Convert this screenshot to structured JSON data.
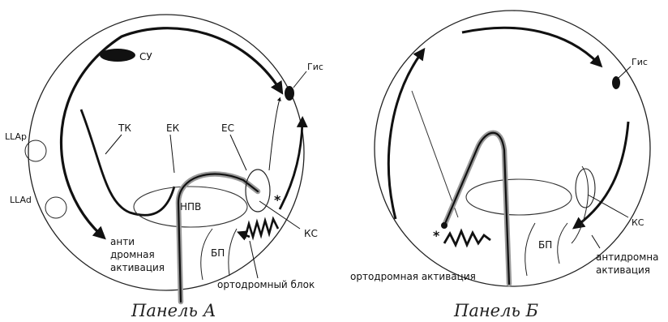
{
  "panel_a": {
    "caption": "Панель А",
    "labels": {
      "su": "СУ",
      "gis": "Гис",
      "llap": "LLAp",
      "llad": "LLAd",
      "tk": "ТК",
      "ek": "ЕК",
      "es": "ЕС",
      "npv": "НПВ",
      "ks": "КС",
      "bp": "БП",
      "star": "*",
      "anti_line1": "анти",
      "anti_line2": "дромная",
      "anti_line3": "активация",
      "ortho_block": "ортодромный блок"
    }
  },
  "panel_b": {
    "caption": "Панель Б",
    "labels": {
      "gis": "Гис",
      "ks": "КС",
      "bp": "БП",
      "star": "*",
      "ortho_activation": "ортодромная активация",
      "anti_line1": "антидромна",
      "anti_line2": "активация"
    }
  }
}
